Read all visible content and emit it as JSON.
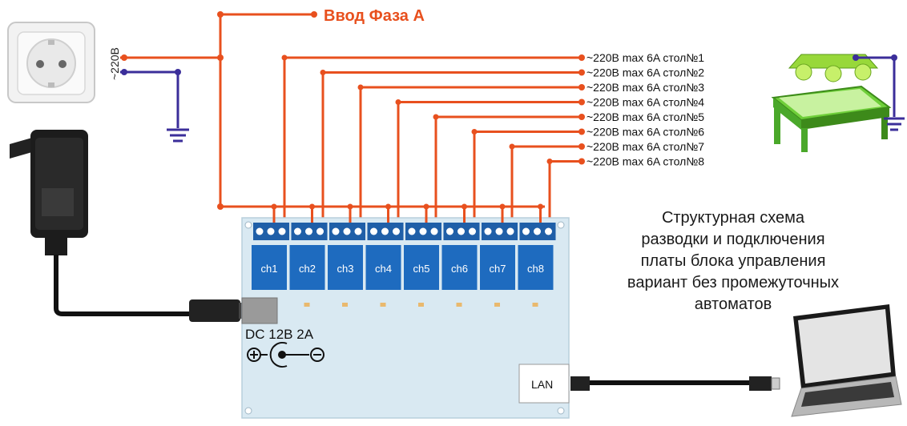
{
  "title_lines": [
    "Структурная схема",
    "разводки и подключения",
    "платы блока управления",
    "вариант без промежуточных",
    "автоматов"
  ],
  "phase_label": "Ввод Фаза А",
  "socket_voltage_label": "~220В",
  "outputs": [
    "~220В max 6A стол№1",
    "~220В max 6A стол№2",
    "~220В max 6A стол№3",
    "~220В max 6A стол№4",
    "~220В max 6A стол№5",
    "~220В max 6A стол№6",
    "~220В max 6A стол№7",
    "~220В max 6A стол№8"
  ],
  "channels": [
    "ch1",
    "ch2",
    "ch3",
    "ch4",
    "ch5",
    "ch6",
    "ch7",
    "ch8"
  ],
  "power_label": "DC 12В 2А",
  "lan_label": "LAN",
  "colors": {
    "phase_wire": "#e8501e",
    "neutral_wire": "#3b2e9a",
    "board": "#d9e9f2",
    "relay": "#1e6bbf",
    "terminal": "#1f5fa8",
    "cable": "#111111"
  }
}
